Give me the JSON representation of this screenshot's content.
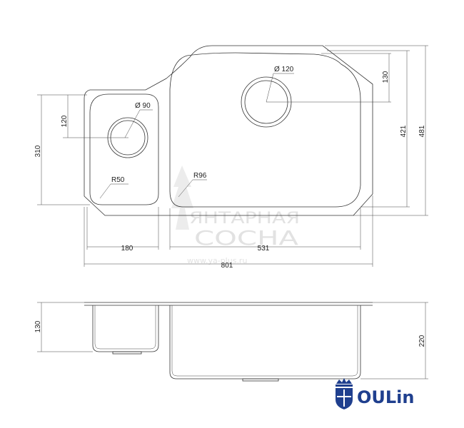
{
  "watermark": {
    "line1": "ЯНТАРНАЯ",
    "line2": "СОСНА",
    "url": "www.ya-plus.ru"
  },
  "brand": {
    "name": "OULin",
    "color": "#1f3f8e"
  },
  "top_view": {
    "small_bowl_drain": "Ø 90",
    "large_bowl_drain": "Ø 120",
    "small_radius": "R50",
    "large_radius": "R96",
    "dim_small_drain_offset": "120",
    "dim_small_bowl_height": "310",
    "dim_large_drain_offset": "130",
    "dim_large_bowl_height": "421",
    "dim_total_height": "481",
    "dim_small_bowl_width": "180",
    "dim_large_bowl_width": "531",
    "dim_total_width": "801"
  },
  "side_view": {
    "dim_small_depth": "130",
    "dim_large_depth": "220"
  }
}
